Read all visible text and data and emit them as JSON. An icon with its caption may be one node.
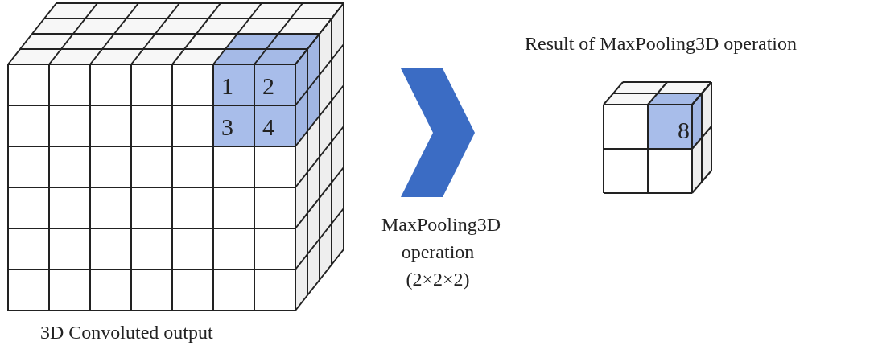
{
  "diagram": {
    "nodes": [
      {
        "text": [
          "3D Convoluted output"
        ]
      },
      {
        "text": [
          "Result of MaxPooling3D operation"
        ]
      }
    ],
    "edges": [
      {
        "from": 0,
        "to": 1,
        "arrow": "to",
        "label": "MaxPooling3D operation (2×2×2)"
      }
    ],
    "labels": [
      "1",
      "2",
      "3",
      "4",
      "8"
    ]
  }
}
